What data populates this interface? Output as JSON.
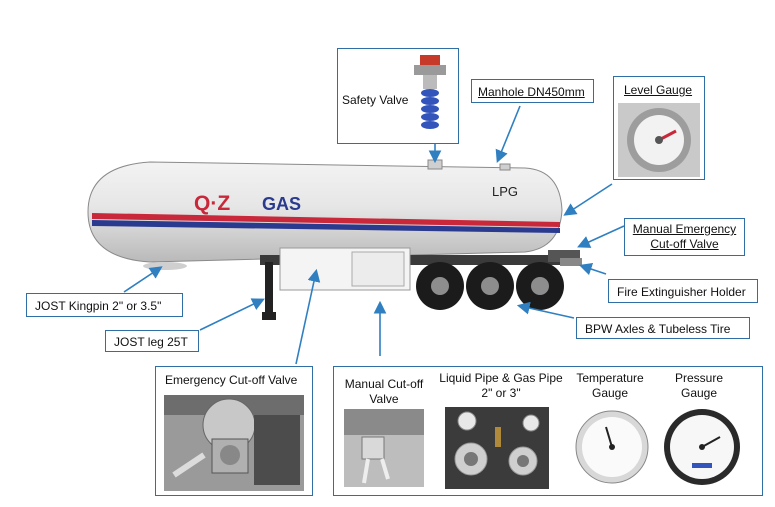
{
  "truck": {
    "brand_mark": "Q·Z",
    "brand_gas": "GAS",
    "lpg_text": "LPG"
  },
  "labels": {
    "safety_valve": "Safety Valve",
    "manhole": "Manhole DN450mm",
    "level_gauge": "Level Gauge",
    "manual_emergency_1": "Manual Emergency",
    "manual_emergency_2": "Cut-off Valve",
    "fire_extinguisher": "Fire Extinguisher Holder",
    "bpw_axles": "BPW Axles & Tubeless Tire",
    "kingpin": "JOST Kingpin 2\" or 3.5\"",
    "jost_leg": "JOST leg 25T",
    "emergency_cutoff": "Emergency Cut-off Valve",
    "manual_cutoff_1": "Manual Cut-off",
    "manual_cutoff_2": "Valve",
    "liquid_pipe_1": "Liquid Pipe & Gas Pipe",
    "liquid_pipe_2": "2\" or 3\"",
    "temperature_1": "Temperature",
    "temperature_2": "Gauge",
    "pressure_1": "Pressure",
    "pressure_2": "Gauge"
  },
  "colors": {
    "box_border": "#2f6fa6",
    "arrow": "#2f7fc1",
    "stripe_red": "#c8283a",
    "stripe_blue": "#2a3a8f"
  }
}
